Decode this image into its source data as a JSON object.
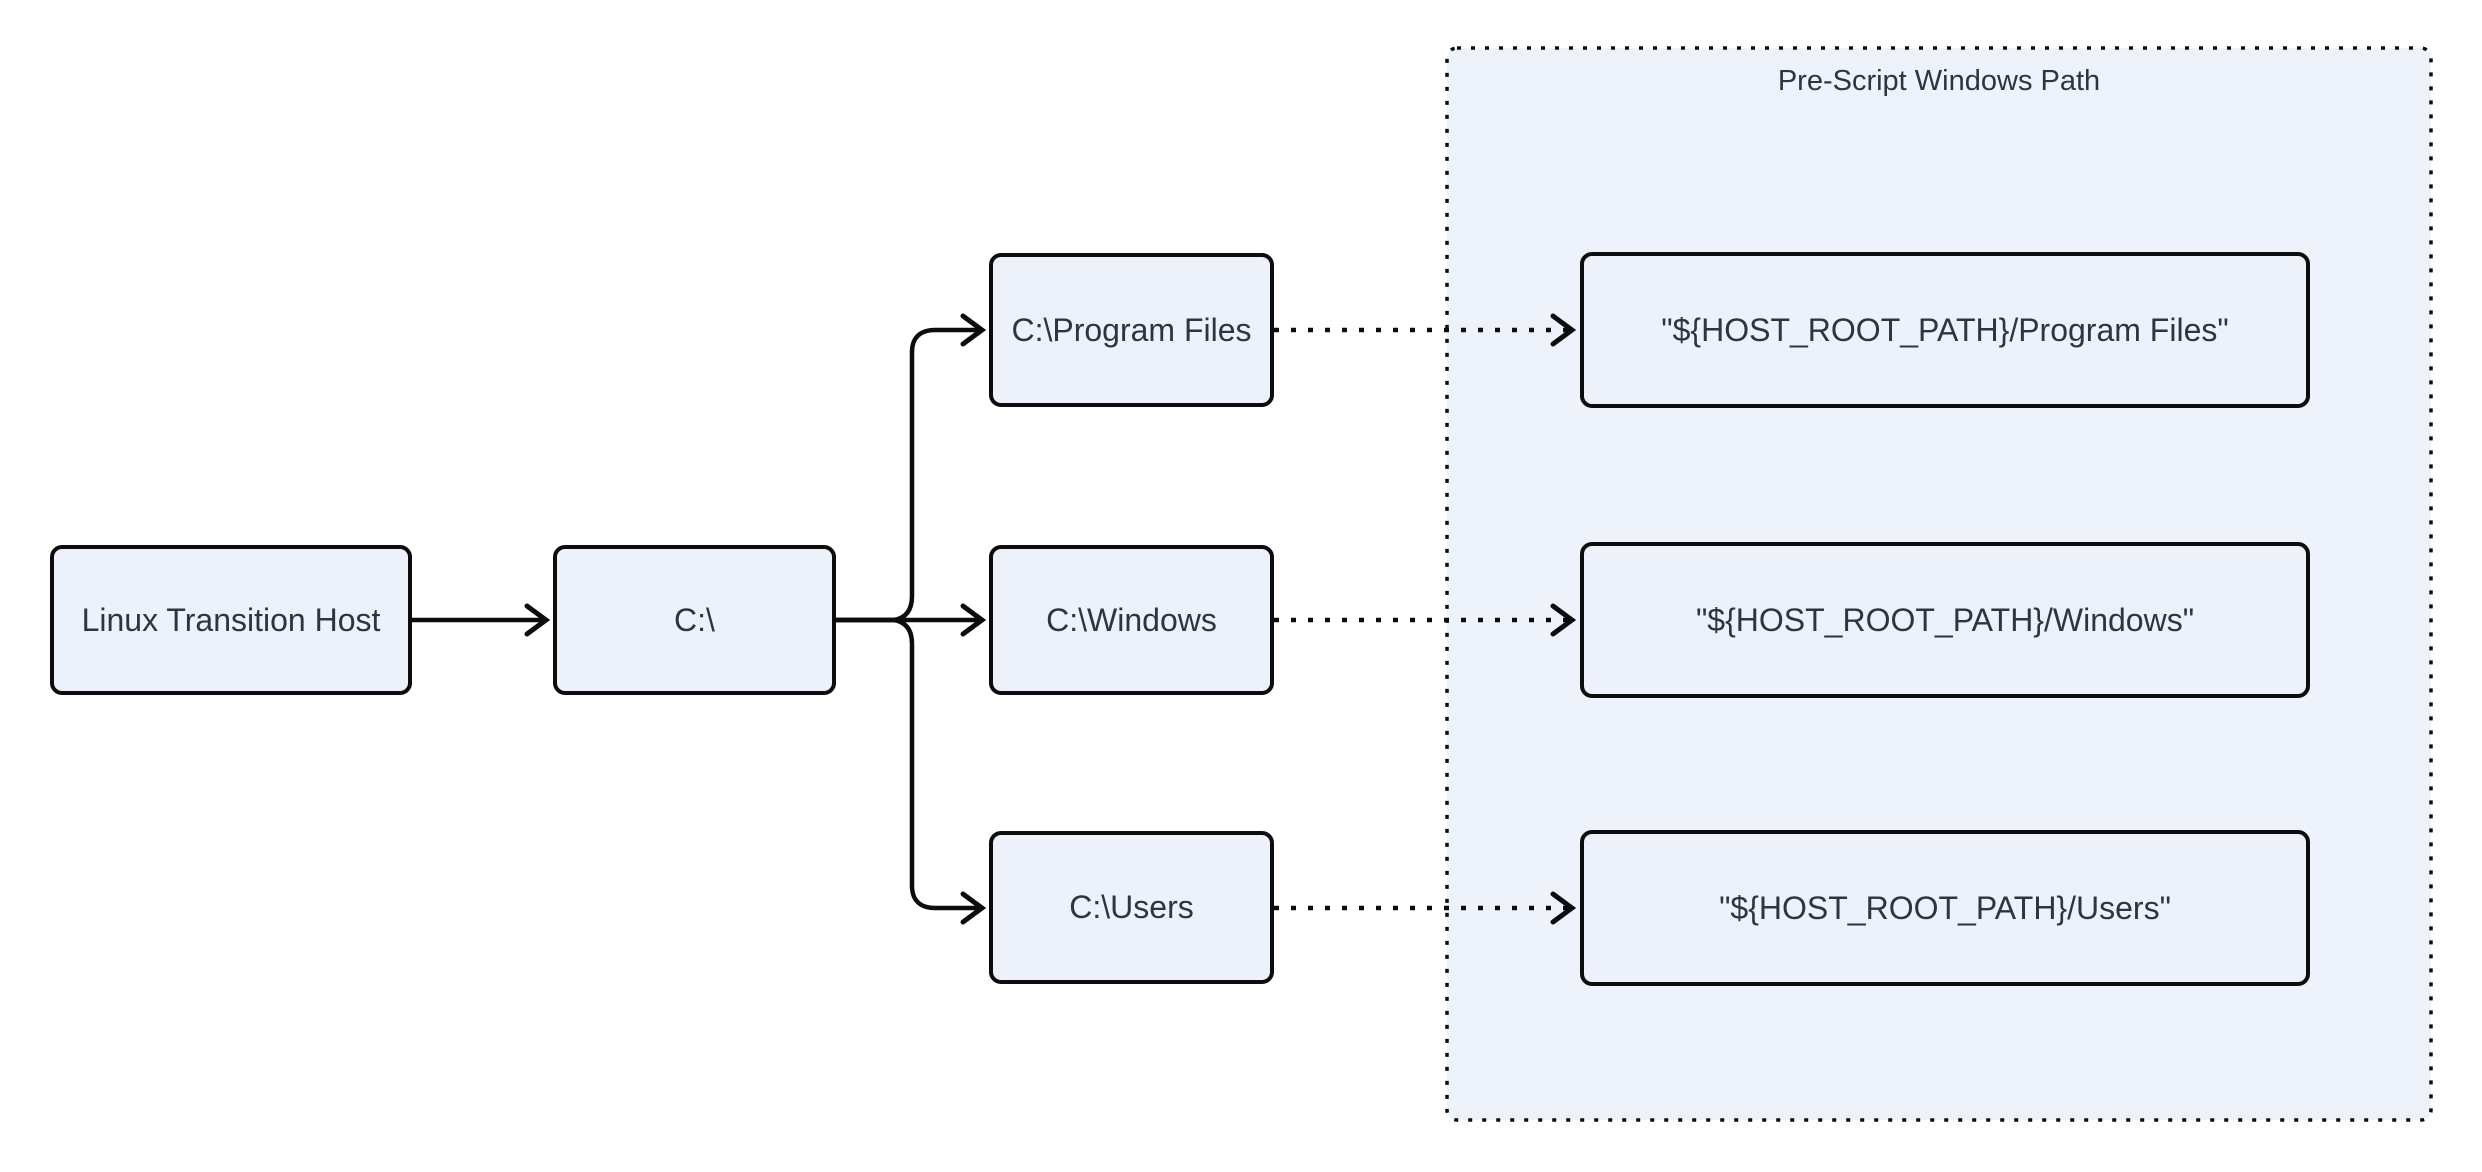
{
  "diagram": {
    "nodes": {
      "host": {
        "label": "Linux Transition Host"
      },
      "c_drive": {
        "label": "C:\\"
      },
      "c_program_files": {
        "label": "C:\\Program Files"
      },
      "c_windows": {
        "label": "C:\\Windows"
      },
      "c_users": {
        "label": "C:\\Users"
      }
    },
    "container": {
      "title": "Pre-Script Windows Path",
      "nodes": {
        "path_program_files": {
          "label": "\"${HOST_ROOT_PATH}/Program Files\""
        },
        "path_windows": {
          "label": "\"${HOST_ROOT_PATH}/Windows\""
        },
        "path_users": {
          "label": "\"${HOST_ROOT_PATH}/Users\""
        }
      }
    },
    "edges": [
      {
        "from": "host",
        "to": "c_drive",
        "style": "solid",
        "arrow": "open"
      },
      {
        "from": "c_drive",
        "to": "c_program_files",
        "style": "solid",
        "arrow": "open"
      },
      {
        "from": "c_drive",
        "to": "c_windows",
        "style": "solid",
        "arrow": "open"
      },
      {
        "from": "c_drive",
        "to": "c_users",
        "style": "solid",
        "arrow": "open"
      },
      {
        "from": "c_program_files",
        "to": "path_program_files",
        "style": "dotted",
        "arrow": "open"
      },
      {
        "from": "c_windows",
        "to": "path_windows",
        "style": "dotted",
        "arrow": "open"
      },
      {
        "from": "c_users",
        "to": "path_users",
        "style": "dotted",
        "arrow": "open"
      }
    ]
  },
  "theme": {
    "canvas_bg": "#ffffff",
    "node_fill": "#edf1fa",
    "container_fill": "#eef2fa",
    "stroke_color": "#0d0d0d",
    "text_color": "#2e3440"
  }
}
